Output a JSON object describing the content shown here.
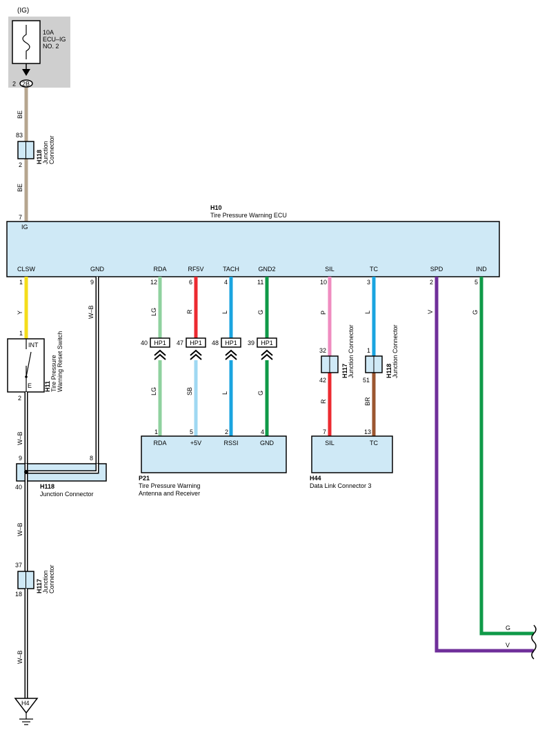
{
  "colors": {
    "BE": "#b6a58f",
    "Y": "#f4dd1a",
    "LG": "#8fd19e",
    "R": "#ec2a30",
    "SB": "#9fd8f2",
    "L": "#1aa4e0",
    "G": "#0f9a48",
    "P": "#ef8cc0",
    "BR": "#9b5630",
    "V": "#6f2f9a",
    "WB": "#000000",
    "box_fill": "#cfe9f6",
    "fuse_panel": "#cfcfcf"
  },
  "fuse": {
    "ig_label": "(IG)",
    "rating": "10A",
    "name1": "ECU–IG",
    "name2": "NO. 2",
    "pin": "2",
    "connector": "2B"
  },
  "h118_top": {
    "pin_in": "83",
    "pin_out": "2",
    "code": "H118",
    "label1": "Junction",
    "label2": "Connector"
  },
  "wire_codes": {
    "be": "BE",
    "y": "Y",
    "wb": "W–B",
    "lg": "LG",
    "r": "R",
    "sb": "SB",
    "l": "L",
    "g": "G",
    "p": "P",
    "br": "BR",
    "v": "V"
  },
  "ecu": {
    "code": "H10",
    "name": "Tire Pressure Warning ECU",
    "ig_pin": "7",
    "ig_label": "IG",
    "terminals": [
      {
        "label": "CLSW",
        "pin": "1"
      },
      {
        "label": "GND",
        "pin": "9"
      },
      {
        "label": "RDA",
        "pin": "12"
      },
      {
        "label": "RF5V",
        "pin": "6"
      },
      {
        "label": "TACH",
        "pin": "4"
      },
      {
        "label": "GND2",
        "pin": "11"
      },
      {
        "label": "SIL",
        "pin": "10"
      },
      {
        "label": "TC",
        "pin": "3"
      },
      {
        "label": "SPD",
        "pin": "2"
      },
      {
        "label": "IND",
        "pin": "5"
      }
    ]
  },
  "hp1": {
    "label": "HP1",
    "pins": [
      "40",
      "47",
      "48",
      "39"
    ]
  },
  "receiver": {
    "code": "P21",
    "name1": "Tire Pressure Warning",
    "name2": "Antenna and Receiver",
    "terminals": [
      {
        "label": "RDA",
        "pin": "1"
      },
      {
        "label": "+5V",
        "pin": "5"
      },
      {
        "label": "RSSI",
        "pin": "2"
      },
      {
        "label": "GND",
        "pin": "4"
      }
    ]
  },
  "switch": {
    "code": "H11",
    "name1": "Tire Pressure",
    "name2": "Warning Reset Switch",
    "pin_top": "1",
    "pin_bottom": "2",
    "label_int": "INT",
    "label_e": "E"
  },
  "h118_mid": {
    "code": "H118",
    "name": "Junction Connector",
    "pin_left_top": "9",
    "pin_right_top": "8",
    "pin_bottom": "40"
  },
  "h117_low": {
    "code": "H117",
    "label1": "Junction",
    "label2": "Connector",
    "pin_in": "37",
    "pin_out": "18"
  },
  "ground": {
    "label": "H4"
  },
  "h117_sil": {
    "code": "H117",
    "name": "Junction Connector",
    "pin_in": "32",
    "pin_out": "42"
  },
  "h118_tc": {
    "code": "H118",
    "name": "Junction Connector",
    "pin_in": "1",
    "pin_out": "51"
  },
  "dlc3": {
    "code": "H44",
    "name": "Data Link Connector 3",
    "terminals": [
      {
        "label": "SIL",
        "pin": "7"
      },
      {
        "label": "TC",
        "pin": "13"
      }
    ]
  }
}
